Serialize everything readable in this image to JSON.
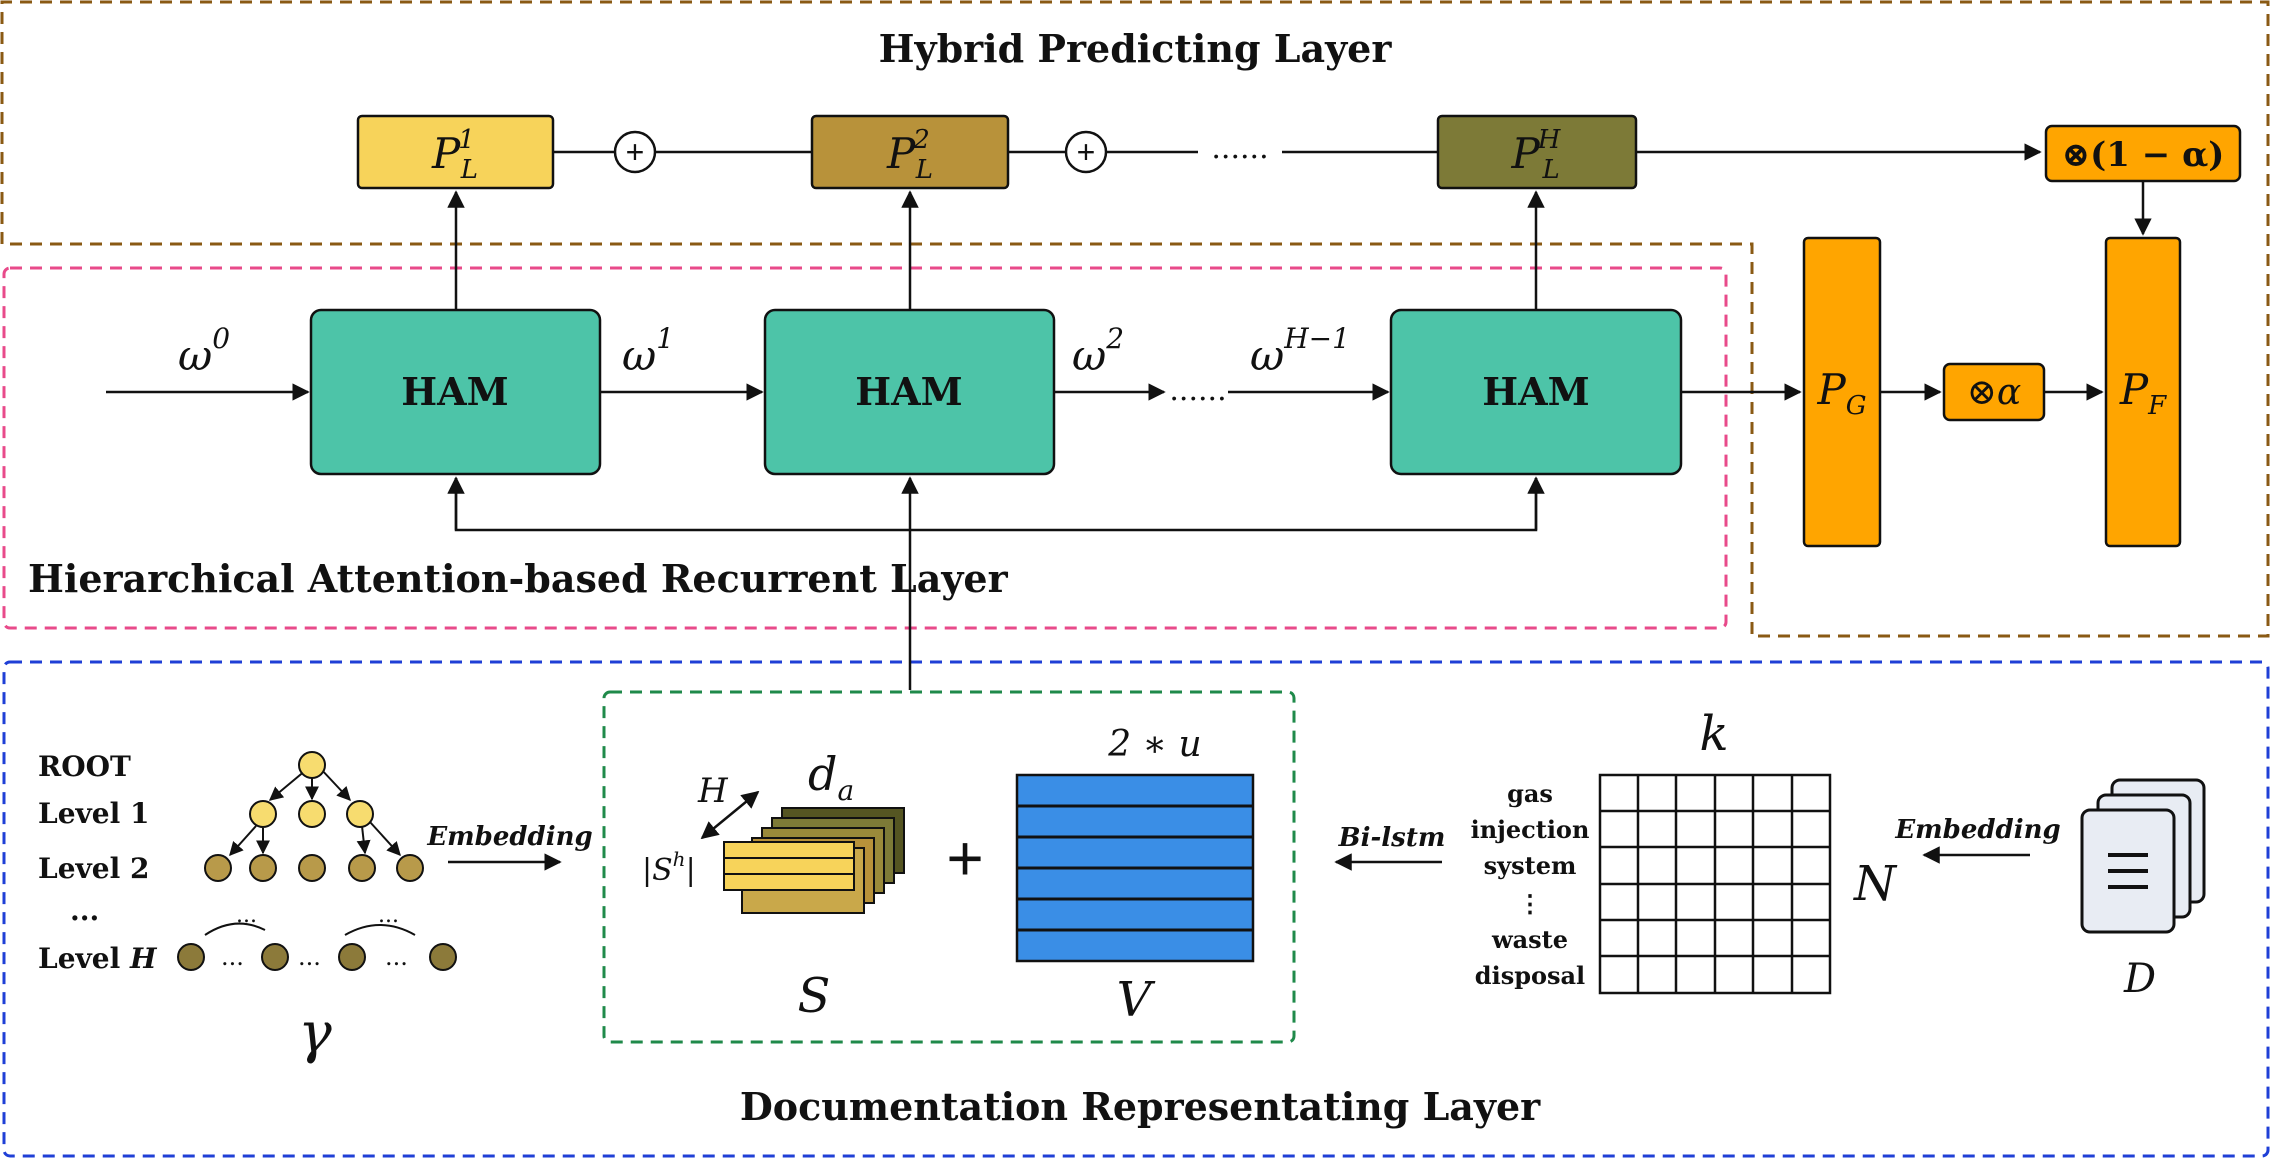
{
  "colors": {
    "brown_dash": "#8a5a14",
    "pink_dash": "#e84a8a",
    "blue_dash": "#1f3fd6",
    "green_dash": "#1f8a4a",
    "ham": "#4dc4a8",
    "orange": "#ffa500",
    "pl1": "#f7d35a",
    "pl2": "#b8923a",
    "plh": "#7d7a37",
    "matrix_blue": "#3a8ee6",
    "tree_light": "#f7dc6f",
    "tree_dark": "#b89a4a",
    "tree_darker": "#8c7a3a",
    "doc": "#e8ecf3"
  },
  "layers": {
    "hybrid": "Hybrid Predicting Layer",
    "recurrent": "Hierarchical Attention-based Recurrent Layer",
    "doc": "Documentation Representating Layer"
  },
  "predict": {
    "p1": {
      "base": "P",
      "sup": "1",
      "sub": "L"
    },
    "p2": {
      "base": "P",
      "sup": "2",
      "sub": "L"
    },
    "ph": {
      "base": "P",
      "sup": "H",
      "sub": "L"
    },
    "dots": "......",
    "plus": "+",
    "one_minus_alpha": "⊗(1 − α)"
  },
  "ham": {
    "label": "HAM",
    "omega0": {
      "base": "ω",
      "sup": "0"
    },
    "omega1": {
      "base": "ω",
      "sup": "1"
    },
    "omega2": {
      "base": "ω",
      "sup": "2"
    },
    "omegaH": {
      "base": "ω",
      "sup": "H−1"
    },
    "dots": "......"
  },
  "right": {
    "pg": {
      "base": "P",
      "sub": "G"
    },
    "pf": {
      "base": "P",
      "sub": "F"
    },
    "alpha": "⊗α"
  },
  "tree": {
    "levels": [
      "ROOT",
      "Level 1",
      "Level 2",
      "...",
      "Level "
    ],
    "level_h": "H",
    "gamma": "γ",
    "dots": "...",
    "embedding": "Embedding"
  },
  "sv": {
    "H": "H",
    "da": {
      "base": "d",
      "sub": "a"
    },
    "sh": "|S",
    "sh_sup": "h",
    "S": "S",
    "V": "V",
    "plus": "+",
    "two_u": "2 ∗ u"
  },
  "words": {
    "bilstm": "Bi-lstm",
    "items": [
      "gas",
      "injection",
      "system",
      "⋮",
      "waste",
      "disposal"
    ],
    "k": "k",
    "N": "N",
    "embedding": "Embedding",
    "D": "D"
  }
}
